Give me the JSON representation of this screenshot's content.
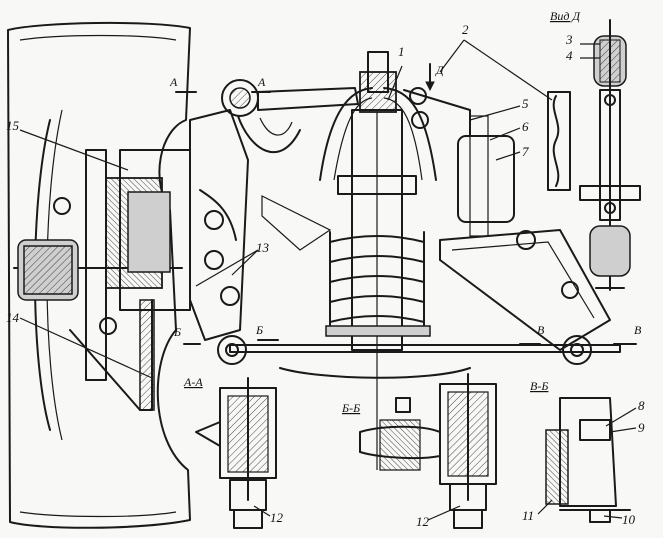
{
  "view_title": "Вид Д",
  "sections": {
    "aa": "А-А",
    "bb": "Б-Б",
    "vb": "В-Б"
  },
  "cut_marks": {
    "a_left": "А",
    "a_right": "А",
    "d_arrow": "Д",
    "b_left": "Б",
    "b_right": "Б",
    "v_left": "В",
    "v_right": "В"
  },
  "callouts": {
    "c1": "1",
    "c2": "2",
    "c3": "3",
    "c4": "4",
    "c5": "5",
    "c6": "6",
    "c7": "7",
    "c8": "8",
    "c9": "9",
    "c10": "10",
    "c11": "11",
    "c12a": "12",
    "c12b": "12",
    "c13": "13",
    "c14": "14",
    "c15": "15"
  }
}
